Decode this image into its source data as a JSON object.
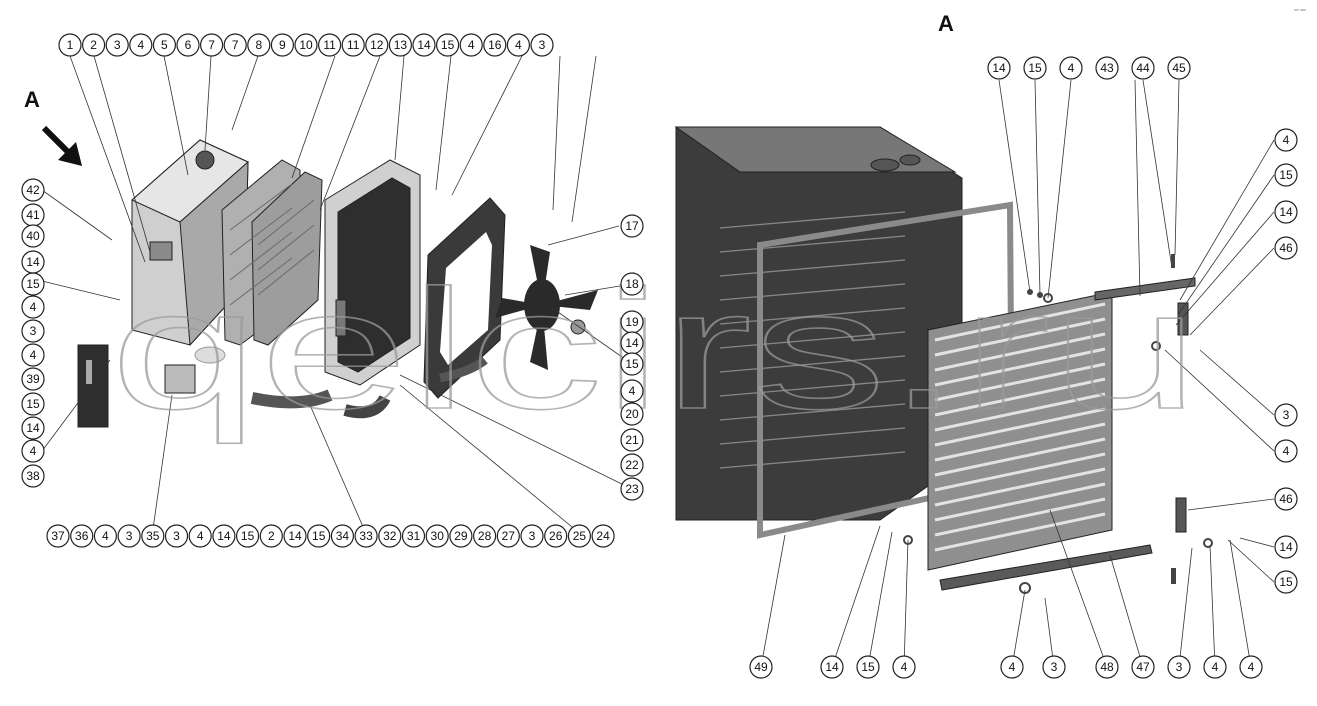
{
  "section_letters": {
    "left": "A",
    "right": "A"
  },
  "corner_mark": "ᵃᵐ ᵃᵃᵃ",
  "watermark": "qelcirs.ru",
  "left_view": {
    "top_callouts": [
      "1",
      "2",
      "3",
      "4",
      "5",
      "6",
      "7",
      "7",
      "8",
      "9",
      "10",
      "11",
      "11",
      "12",
      "13",
      "14",
      "15",
      "4",
      "16",
      "4",
      "3"
    ],
    "left_callouts": [
      "42",
      "41",
      "40",
      "14",
      "15",
      "4",
      "3",
      "4",
      "39",
      "15",
      "14",
      "4",
      "38"
    ],
    "right_callouts": [
      "17",
      "18",
      "19",
      "14",
      "15",
      "4",
      "20",
      "21",
      "22",
      "23"
    ],
    "bottom_callouts": [
      "37",
      "36",
      "4",
      "3",
      "35",
      "3",
      "4",
      "14",
      "15",
      "2",
      "14",
      "15",
      "34",
      "33",
      "32",
      "31",
      "30",
      "29",
      "28",
      "27",
      "3",
      "26",
      "25",
      "24"
    ]
  },
  "right_view": {
    "top_callouts": [
      "14",
      "15",
      "4",
      "43",
      "44",
      "45"
    ],
    "right_callouts": [
      "4",
      "15",
      "14",
      "46",
      "3",
      "4",
      "46",
      "14",
      "15"
    ],
    "bottom_callouts": [
      "49",
      "14",
      "15",
      "4",
      "4",
      "3",
      "48",
      "47",
      "3",
      "4",
      "4"
    ]
  },
  "colors": {
    "metal_dark": "#2b2b2b",
    "metal_mid": "#6d6d6d",
    "metal_light": "#bdbdbd",
    "callout_stroke": "#222222"
  }
}
